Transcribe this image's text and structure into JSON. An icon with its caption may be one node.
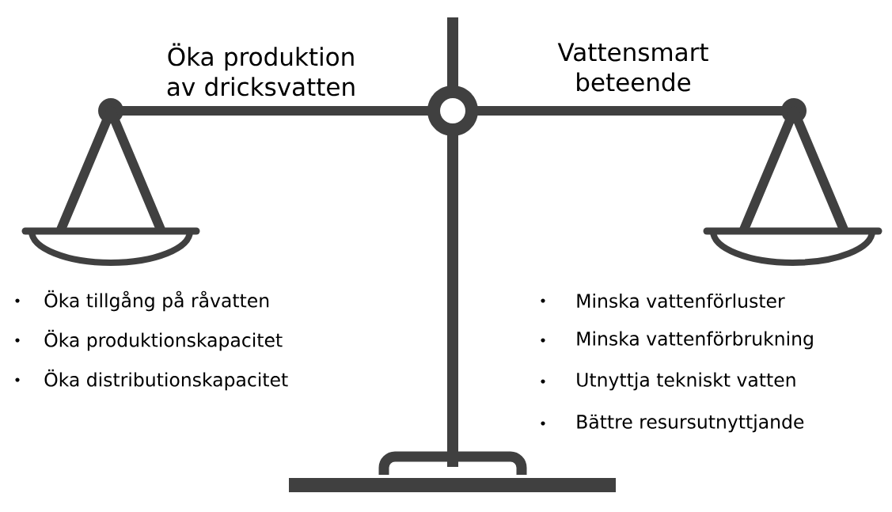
{
  "diagram": {
    "labels": [
      "Öka produktion av dricksvatten",
      "Vattensmart beteende",
      "Öka tillgång på råvatten",
      "Öka produktionskapacitet",
      "Öka distributionskapacitet",
      "Minska vattenförluster",
      "Minska vattenförbrukning",
      "Utnyttja tekniskt vatten",
      "Bättre resursutnyttjande"
    ]
  }
}
